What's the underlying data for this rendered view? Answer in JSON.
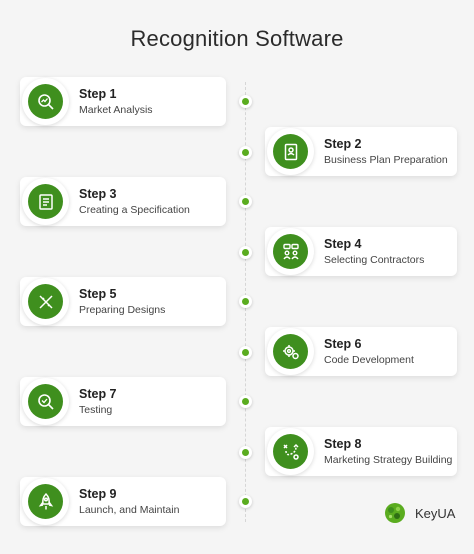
{
  "title": "Recognition Software",
  "steps": [
    {
      "label": "Step 1",
      "desc": "Market Analysis",
      "icon": "magnifier-chart-icon"
    },
    {
      "label": "Step 2",
      "desc": "Business Plan Preparation",
      "icon": "document-plan-icon"
    },
    {
      "label": "Step 3",
      "desc": "Creating a Specification",
      "icon": "specification-sheet-icon"
    },
    {
      "label": "Step 4",
      "desc": "Selecting Contractors",
      "icon": "people-meeting-icon"
    },
    {
      "label": "Step 5",
      "desc": "Preparing Designs",
      "icon": "pencil-ruler-icon"
    },
    {
      "label": "Step 6",
      "desc": "Code Development",
      "icon": "gears-icon"
    },
    {
      "label": "Step 7",
      "desc": "Testing",
      "icon": "magnifier-check-icon"
    },
    {
      "label": "Step 8",
      "desc": "Marketing Strategy Building",
      "icon": "strategy-path-icon"
    },
    {
      "label": "Step 9",
      "desc": "Launch, and Maintain",
      "icon": "rocket-icon"
    }
  ],
  "brand": {
    "name": "KeyUA"
  },
  "colors": {
    "accent": "#3f8f1e",
    "dot": "#5aac1f",
    "background": "#f5f5f5"
  }
}
